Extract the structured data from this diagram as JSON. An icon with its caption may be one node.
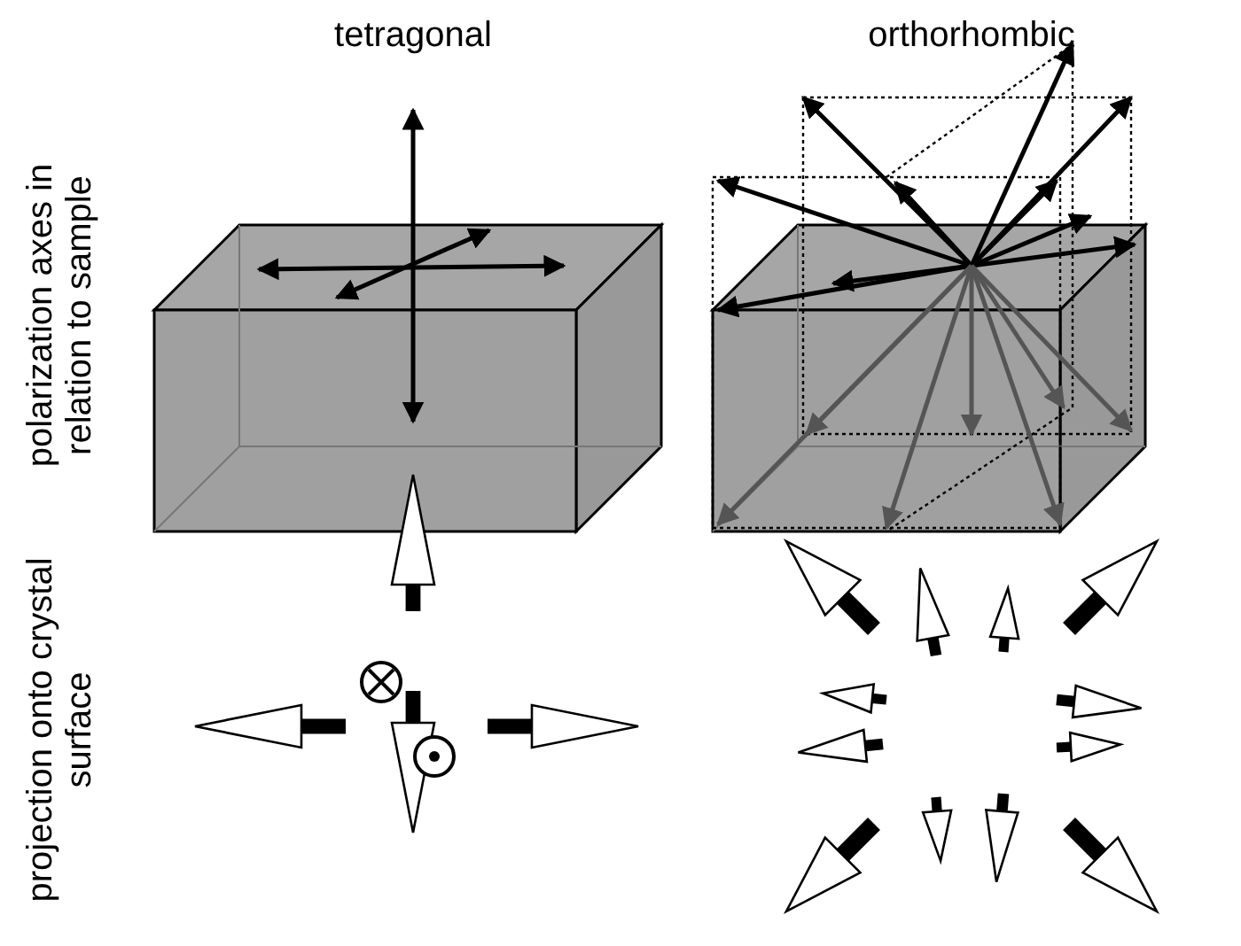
{
  "diagram": {
    "labels": [
      "tetragonal",
      "orthorhombic",
      "polarization axes in relation to sample",
      "projection onto crystal surface"
    ]
  }
}
